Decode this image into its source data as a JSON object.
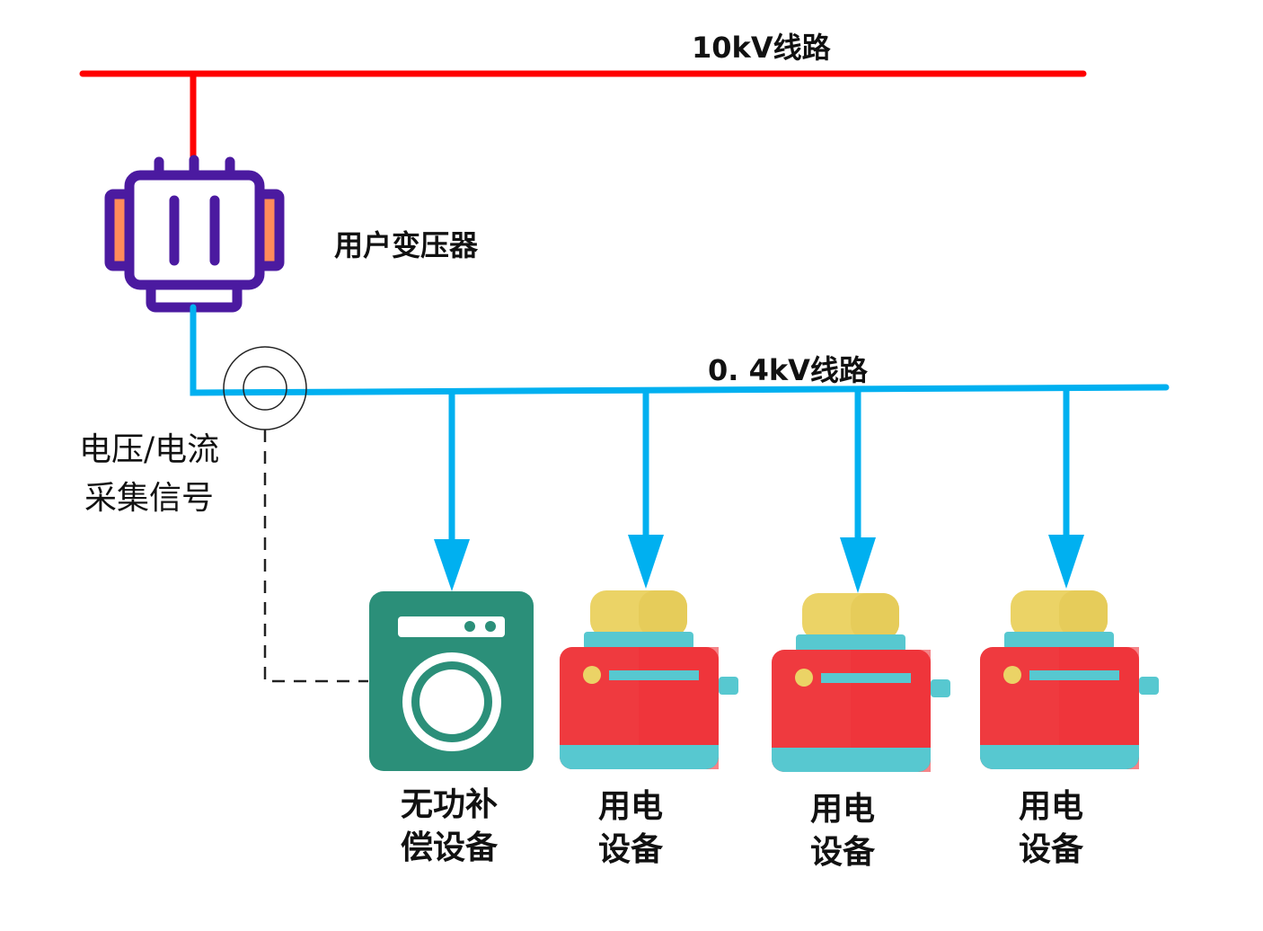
{
  "labels": {
    "hv_line": "10kV线路",
    "transformer": "用户变压器",
    "lv_line": "0. 4kV线路",
    "signal_line1": "电压/电流",
    "signal_line2": "采集信号",
    "compensator_line1": "无功补",
    "compensator_line2": "偿设备",
    "load1_line1": "用电",
    "load1_line2": "设备",
    "load2_line1": "用电",
    "load2_line2": "设备",
    "load3_line1": "用电",
    "load3_line2": "设备"
  },
  "colors": {
    "hv_line": "#ff0000",
    "lv_line": "#00b0f0",
    "transformer": "#4b1aa0",
    "transformer_side": "#ff8c5a",
    "compensator": "#2b8f79",
    "toaster_body": "#ef3a3f",
    "toaster_accent": "#57c8d0",
    "toaster_bread": "#ebd366"
  },
  "icons": [
    "transformer-icon",
    "current-transformer-icon",
    "washing-machine-icon",
    "toaster-icon"
  ]
}
